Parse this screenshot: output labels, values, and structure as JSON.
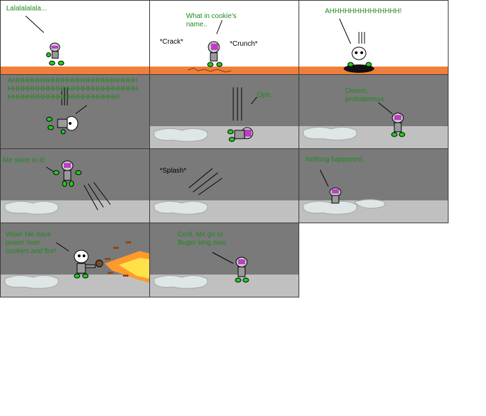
{
  "panels": {
    "p1": {
      "speech": "Lalalalalala..."
    },
    "p2": {
      "speech": "What in cookie's\nname..",
      "sfx1": "*Crack*",
      "sfx2": "*Crunch*"
    },
    "p3": {
      "speech": "AHHHHHHHHHHHHHH!"
    },
    "p4": {
      "speech": "AHHHHHHHHHHHHHHHHHHHHHHHHH\nHHHHHHHHHHHHHHHHHHHHHHHHHH\nHHHHHHHHHHHHHHHHHHHHHH!"
    },
    "p5": {
      "speech": "Oph."
    },
    "p6": {
      "speech": "Ooooo,\nprotodermus."
    },
    "p7": {
      "speech": "Me swim in it!"
    },
    "p8": {
      "sfx": "*Splash*"
    },
    "p9": {
      "speech": "Nothing happened."
    },
    "p10": {
      "speech": "Wow! Me have\npower over\ncookies and fire!"
    },
    "p11": {
      "speech": "Cool. Me go to\nBuger king now."
    }
  },
  "colors": {
    "ground_orange": "#f07f3c",
    "cave_gray": "#7a7a7a",
    "floor_gray": "#c0c0c0",
    "text_green": "#1e8a1e"
  }
}
